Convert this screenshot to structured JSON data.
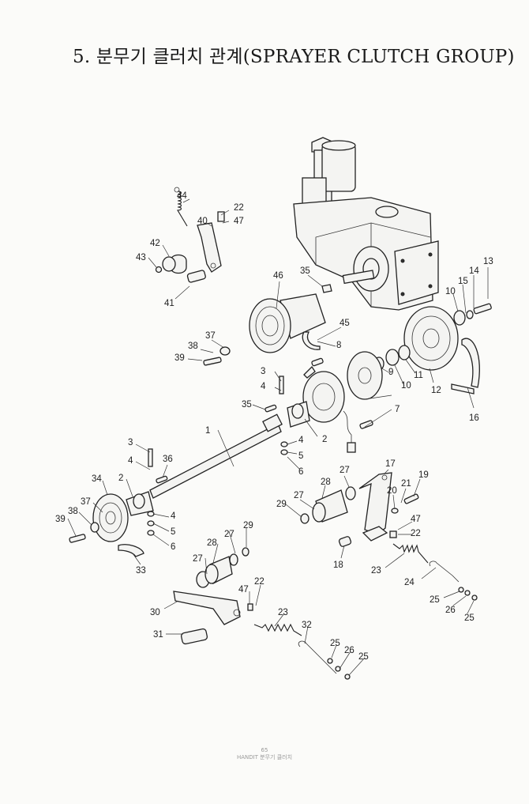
{
  "title": "5. 분무기 클러치 관계(SPRAYER CLUTCH GROUP)",
  "part_labels": [
    "1",
    "2",
    "3",
    "4",
    "5",
    "6",
    "7",
    "8",
    "9",
    "10",
    "11",
    "12",
    "13",
    "14",
    "15",
    "16",
    "17",
    "18",
    "19",
    "20",
    "21",
    "22",
    "23",
    "24",
    "25",
    "26",
    "27",
    "28",
    "29",
    "30",
    "31",
    "32",
    "33",
    "34",
    "35",
    "36",
    "37",
    "38",
    "39",
    "40",
    "41",
    "42",
    "43",
    "44",
    "45",
    "46",
    "47"
  ],
  "footer": {
    "page_number": "65",
    "caption": "HANDIT 분무기 클러치"
  }
}
